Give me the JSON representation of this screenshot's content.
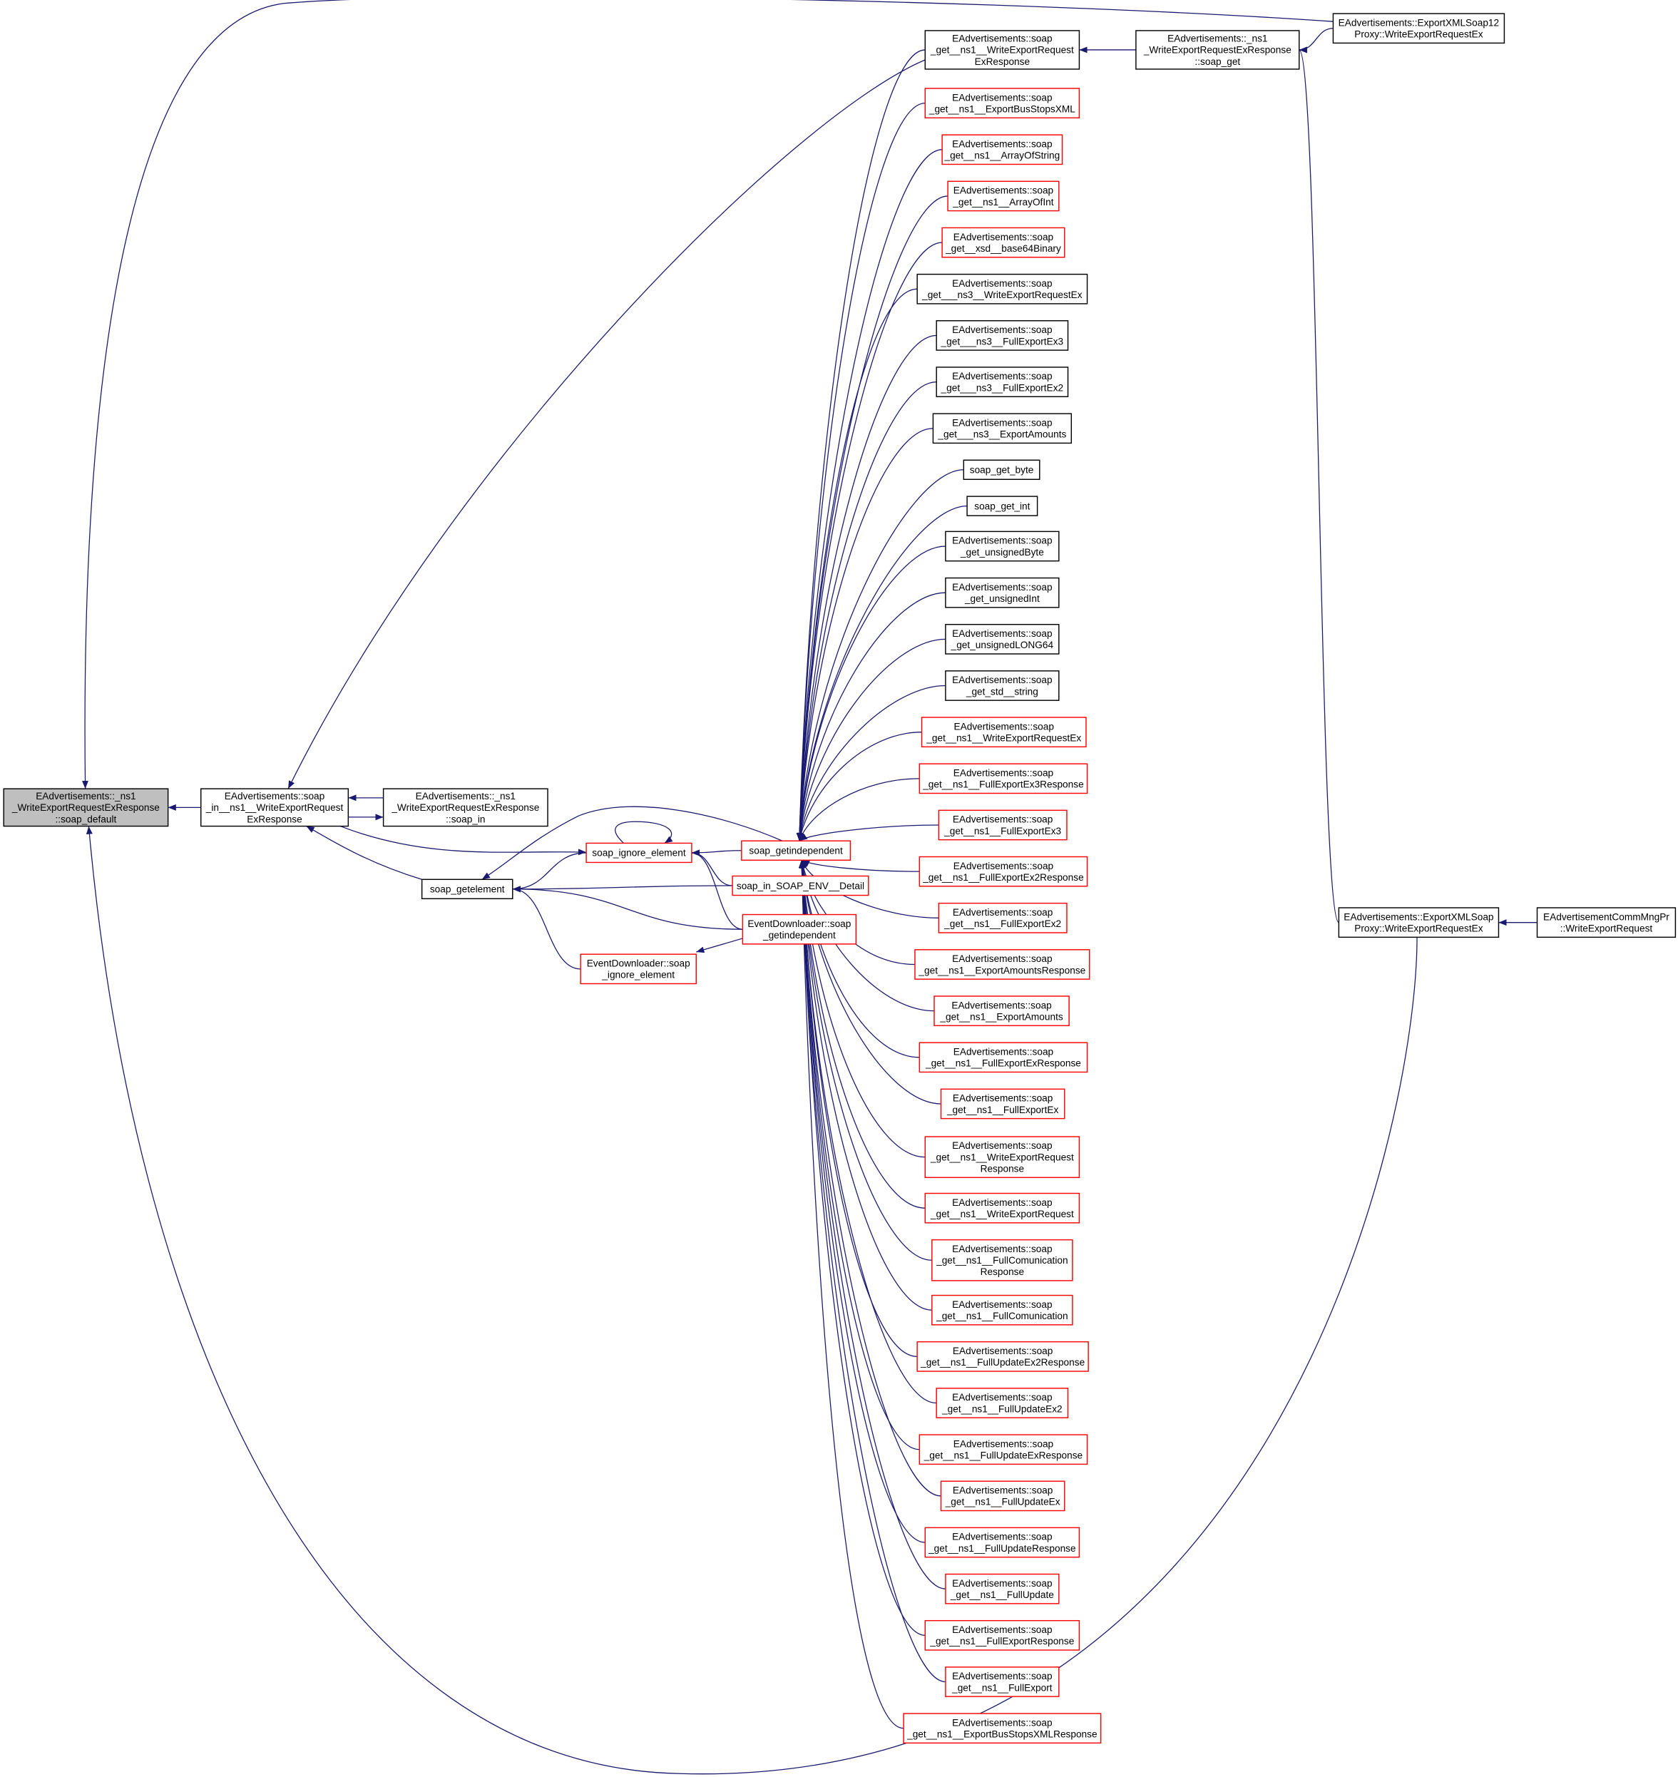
{
  "colors": {
    "edge": "#191970",
    "red_border": "#ff0000",
    "black_border": "#000000",
    "focus_fill": "#bfbfbf"
  },
  "nodes": [
    {
      "id": "n0",
      "style": "focus",
      "lines": [
        "EAdvertisements::_ns1",
        "_WriteExportRequestExResponse",
        "::soap_default"
      ]
    },
    {
      "id": "n1",
      "style": "black",
      "lines": [
        "EAdvertisements::soap",
        "_in__ns1__WriteExportRequest",
        "ExResponse"
      ]
    },
    {
      "id": "n2",
      "style": "black",
      "lines": [
        "EAdvertisements::_ns1",
        "_WriteExportRequestExResponse",
        "::soap_in"
      ]
    },
    {
      "id": "n3",
      "style": "black",
      "lines": [
        "soap_getelement"
      ]
    },
    {
      "id": "n4",
      "style": "red",
      "lines": [
        "soap_ignore_element"
      ]
    },
    {
      "id": "n5",
      "style": "red",
      "lines": [
        "soap_getindependent"
      ]
    },
    {
      "id": "n6",
      "style": "red",
      "lines": [
        "soap_in_SOAP_ENV__Detail"
      ]
    },
    {
      "id": "n7",
      "style": "red",
      "lines": [
        "EventDownloader::soap",
        "_getindependent"
      ]
    },
    {
      "id": "n8",
      "style": "red",
      "lines": [
        "EventDownloader::soap",
        "_ignore_element"
      ]
    },
    {
      "id": "n9",
      "style": "black",
      "lines": [
        "EAdvertisements::soap",
        "_get__ns1__WriteExportRequest",
        "ExResponse"
      ]
    },
    {
      "id": "n10",
      "style": "black",
      "lines": [
        "EAdvertisements::_ns1",
        "_WriteExportRequestExResponse",
        "::soap_get"
      ]
    },
    {
      "id": "n11",
      "style": "black",
      "lines": [
        "EAdvertisements::ExportXMLSoap12",
        "Proxy::WriteExportRequestEx"
      ]
    },
    {
      "id": "n12",
      "style": "black",
      "lines": [
        "EAdvertisements::ExportXMLSoap",
        "Proxy::WriteExportRequestEx"
      ]
    },
    {
      "id": "n13",
      "style": "black",
      "lines": [
        "EAdvertisementCommMngPr",
        "::WriteExportRequest"
      ]
    },
    {
      "id": "c0",
      "style": "red",
      "lines": [
        "EAdvertisements::soap",
        "_get__ns1__ExportBusStopsXML"
      ]
    },
    {
      "id": "c1",
      "style": "red",
      "lines": [
        "EAdvertisements::soap",
        "_get__ns1__ArrayOfString"
      ]
    },
    {
      "id": "c2",
      "style": "red",
      "lines": [
        "EAdvertisements::soap",
        "_get__ns1__ArrayOfInt"
      ]
    },
    {
      "id": "c3",
      "style": "red",
      "lines": [
        "EAdvertisements::soap",
        "_get__xsd__base64Binary"
      ]
    },
    {
      "id": "c4",
      "style": "black",
      "lines": [
        "EAdvertisements::soap",
        "_get___ns3__WriteExportRequestEx"
      ]
    },
    {
      "id": "c5",
      "style": "black",
      "lines": [
        "EAdvertisements::soap",
        "_get___ns3__FullExportEx3"
      ]
    },
    {
      "id": "c6",
      "style": "black",
      "lines": [
        "EAdvertisements::soap",
        "_get___ns3__FullExportEx2"
      ]
    },
    {
      "id": "c7",
      "style": "black",
      "lines": [
        "EAdvertisements::soap",
        "_get___ns3__ExportAmounts"
      ]
    },
    {
      "id": "c8",
      "style": "black",
      "lines": [
        "soap_get_byte"
      ]
    },
    {
      "id": "c9",
      "style": "black",
      "lines": [
        "soap_get_int"
      ]
    },
    {
      "id": "c10",
      "style": "black",
      "lines": [
        "EAdvertisements::soap",
        "_get_unsignedByte"
      ]
    },
    {
      "id": "c11",
      "style": "black",
      "lines": [
        "EAdvertisements::soap",
        "_get_unsignedInt"
      ]
    },
    {
      "id": "c12",
      "style": "black",
      "lines": [
        "EAdvertisements::soap",
        "_get_unsignedLONG64"
      ]
    },
    {
      "id": "c13",
      "style": "black",
      "lines": [
        "EAdvertisements::soap",
        "_get_std__string"
      ]
    },
    {
      "id": "c14",
      "style": "red",
      "lines": [
        "EAdvertisements::soap",
        "_get__ns1__WriteExportRequestEx"
      ]
    },
    {
      "id": "c15",
      "style": "red",
      "lines": [
        "EAdvertisements::soap",
        "_get__ns1__FullExportEx3Response"
      ]
    },
    {
      "id": "c16",
      "style": "red",
      "lines": [
        "EAdvertisements::soap",
        "_get__ns1__FullExportEx3"
      ]
    },
    {
      "id": "c17",
      "style": "red",
      "lines": [
        "EAdvertisements::soap",
        "_get__ns1__FullExportEx2Response"
      ]
    },
    {
      "id": "c18",
      "style": "red",
      "lines": [
        "EAdvertisements::soap",
        "_get__ns1__FullExportEx2"
      ]
    },
    {
      "id": "c19",
      "style": "red",
      "lines": [
        "EAdvertisements::soap",
        "_get__ns1__ExportAmountsResponse"
      ]
    },
    {
      "id": "c20",
      "style": "red",
      "lines": [
        "EAdvertisements::soap",
        "_get__ns1__ExportAmounts"
      ]
    },
    {
      "id": "c21",
      "style": "red",
      "lines": [
        "EAdvertisements::soap",
        "_get__ns1__FullExportExResponse"
      ]
    },
    {
      "id": "c22",
      "style": "red",
      "lines": [
        "EAdvertisements::soap",
        "_get__ns1__FullExportEx"
      ]
    },
    {
      "id": "c23",
      "style": "red",
      "lines": [
        "EAdvertisements::soap",
        "_get__ns1__WriteExportRequest",
        "Response"
      ]
    },
    {
      "id": "c24",
      "style": "red",
      "lines": [
        "EAdvertisements::soap",
        "_get__ns1__WriteExportRequest"
      ]
    },
    {
      "id": "c25",
      "style": "red",
      "lines": [
        "EAdvertisements::soap",
        "_get__ns1__FullComunication",
        "Response"
      ]
    },
    {
      "id": "c26",
      "style": "red",
      "lines": [
        "EAdvertisements::soap",
        "_get__ns1__FullComunication"
      ]
    },
    {
      "id": "c27",
      "style": "red",
      "lines": [
        "EAdvertisements::soap",
        "_get__ns1__FullUpdateEx2Response"
      ]
    },
    {
      "id": "c28",
      "style": "red",
      "lines": [
        "EAdvertisements::soap",
        "_get__ns1__FullUpdateEx2"
      ]
    },
    {
      "id": "c29",
      "style": "red",
      "lines": [
        "EAdvertisements::soap",
        "_get__ns1__FullUpdateExResponse"
      ]
    },
    {
      "id": "c30",
      "style": "red",
      "lines": [
        "EAdvertisements::soap",
        "_get__ns1__FullUpdateEx"
      ]
    },
    {
      "id": "c31",
      "style": "red",
      "lines": [
        "EAdvertisements::soap",
        "_get__ns1__FullUpdateResponse"
      ]
    },
    {
      "id": "c32",
      "style": "red",
      "lines": [
        "EAdvertisements::soap",
        "_get__ns1__FullUpdate"
      ]
    },
    {
      "id": "c33",
      "style": "red",
      "lines": [
        "EAdvertisements::soap",
        "_get__ns1__FullExportResponse"
      ]
    },
    {
      "id": "c34",
      "style": "red",
      "lines": [
        "EAdvertisements::soap",
        "_get__ns1__FullExport"
      ]
    },
    {
      "id": "c35",
      "style": "red",
      "lines": [
        "EAdvertisements::soap",
        "_get__ns1__ExportBusStopsXMLResponse"
      ]
    }
  ],
  "edges": [
    [
      "n1",
      "n0"
    ],
    [
      "n11",
      "n0"
    ],
    [
      "n12",
      "n0"
    ],
    [
      "n9",
      "n1"
    ],
    [
      "n2",
      "n1"
    ],
    [
      "n1",
      "n2"
    ],
    [
      "n3",
      "n1"
    ],
    [
      "n1",
      "n4"
    ],
    [
      "n4",
      "n4"
    ],
    [
      "n5",
      "n4"
    ],
    [
      "n5",
      "n3"
    ],
    [
      "n4",
      "n3"
    ],
    [
      "n6",
      "n3"
    ],
    [
      "n7",
      "n3"
    ],
    [
      "n8",
      "n3"
    ],
    [
      "n6",
      "n4"
    ],
    [
      "n7",
      "n4"
    ],
    [
      "n7",
      "n8"
    ],
    [
      "n10",
      "n9"
    ],
    [
      "n11",
      "n10"
    ],
    [
      "n12",
      "n10"
    ],
    [
      "n13",
      "n12"
    ],
    [
      "n9",
      "n5"
    ],
    [
      "c0",
      "n5"
    ],
    [
      "c1",
      "n5"
    ],
    [
      "c2",
      "n5"
    ],
    [
      "c3",
      "n5"
    ],
    [
      "c4",
      "n5"
    ],
    [
      "c5",
      "n5"
    ],
    [
      "c6",
      "n5"
    ],
    [
      "c7",
      "n5"
    ],
    [
      "c8",
      "n5"
    ],
    [
      "c9",
      "n5"
    ],
    [
      "c10",
      "n5"
    ],
    [
      "c11",
      "n5"
    ],
    [
      "c12",
      "n5"
    ],
    [
      "c13",
      "n5"
    ],
    [
      "c14",
      "n5"
    ],
    [
      "c15",
      "n5"
    ],
    [
      "c16",
      "n5"
    ],
    [
      "c17",
      "n5"
    ],
    [
      "c18",
      "n5"
    ],
    [
      "c19",
      "n5"
    ],
    [
      "c20",
      "n5"
    ],
    [
      "c21",
      "n5"
    ],
    [
      "c22",
      "n5"
    ],
    [
      "c23",
      "n5"
    ],
    [
      "c24",
      "n5"
    ],
    [
      "c25",
      "n5"
    ],
    [
      "c26",
      "n5"
    ],
    [
      "c27",
      "n5"
    ],
    [
      "c28",
      "n5"
    ],
    [
      "c29",
      "n5"
    ],
    [
      "c30",
      "n5"
    ],
    [
      "c31",
      "n5"
    ],
    [
      "c32",
      "n5"
    ],
    [
      "c33",
      "n5"
    ],
    [
      "c34",
      "n5"
    ],
    [
      "c35",
      "n5"
    ]
  ]
}
